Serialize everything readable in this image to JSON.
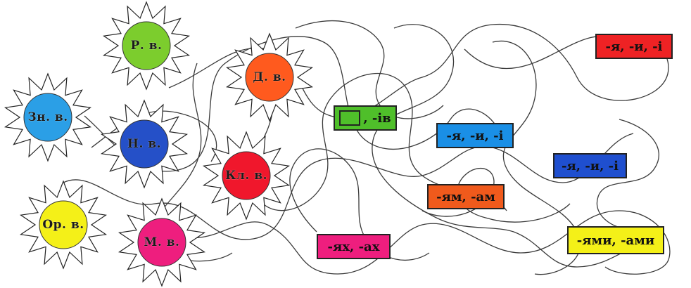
{
  "suns": [
    {
      "id": "rv",
      "label": "Р. в.",
      "color": "#7ccd2d"
    },
    {
      "id": "dv",
      "label": "Д. в.",
      "color": "#ff5a1e"
    },
    {
      "id": "znv",
      "label": "Зн. в.",
      "color": "#2b9fe6"
    },
    {
      "id": "nv",
      "label": "Н. в.",
      "color": "#2550c8"
    },
    {
      "id": "klv",
      "label": "Кл. в.",
      "color": "#f0172c"
    },
    {
      "id": "orv",
      "label": "Ор. в.",
      "color": "#f4f018"
    },
    {
      "id": "mv",
      "label": "М. в.",
      "color": "#ee1e7e"
    }
  ],
  "boxes": [
    {
      "id": "b1",
      "label": "-я, -и, -і",
      "color": "#ee2224",
      "blank": false
    },
    {
      "id": "b2",
      "label": ", -ів",
      "color": "#4fbf2a",
      "blank": true
    },
    {
      "id": "b3",
      "label": "-я, -и, -і",
      "color": "#1a8fe6",
      "blank": false
    },
    {
      "id": "b4",
      "label": "-я, -и, -і",
      "color": "#1f4fcf",
      "blank": false
    },
    {
      "id": "b5",
      "label": "-ям, -ам",
      "color": "#f05a1c",
      "blank": false
    },
    {
      "id": "b6",
      "label": "-ях, -ах",
      "color": "#ee1e7e",
      "blank": false
    },
    {
      "id": "b7",
      "label": "-ями, -ами",
      "color": "#f4f018",
      "blank": false
    }
  ]
}
